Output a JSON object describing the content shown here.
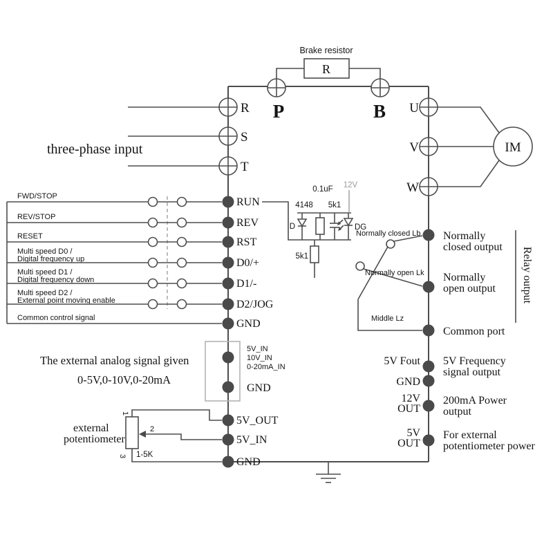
{
  "colors": {
    "wire": "#4d4d4d",
    "text": "#141414",
    "muted": "#9a9a9a"
  },
  "brake": {
    "caption": "Brake resistor",
    "resistor": "R"
  },
  "bus_terminals": {
    "p": "P",
    "b": "B"
  },
  "power_input": {
    "caption": "three-phase input",
    "r": "R",
    "s": "S",
    "t": "T"
  },
  "motor": {
    "label": "IM",
    "u": "U",
    "v": "V",
    "w": "W"
  },
  "control": {
    "rows": [
      {
        "label1": "FWD/STOP",
        "terminal": "RUN"
      },
      {
        "label1": "REV/STOP",
        "terminal": "REV"
      },
      {
        "label1": "RESET",
        "terminal": "RST"
      },
      {
        "label1": "Multi speed D0 /",
        "label2": " Digital frequency  up",
        "terminal": "D0/+"
      },
      {
        "label1": "Multi speed D1 /",
        "label2": " Digital frequency  down",
        "terminal": "D1/-"
      },
      {
        "label1": "Multi speed D2 /",
        "label2": "External point moving enable",
        "terminal": "D2/JOG"
      }
    ],
    "common_label": "Common control signal",
    "common_terminal": "GND"
  },
  "input_circuit": {
    "cap": "0.1uF",
    "supply": "12V",
    "diode": "4148",
    "resistor_top": "5k1",
    "diode_label": "D",
    "led_label": "DG",
    "resistor_bottom": "5k1"
  },
  "relay": {
    "nc_contact": "Normally closed Lb",
    "nc_line1": "Normally",
    "nc_line2": "closed  output",
    "no_contact": "Normally open Lk",
    "no_line1": "Normally",
    "no_line2": "open output",
    "middle": "Middle Lz",
    "common": "Common port",
    "group": "Relay output"
  },
  "analog_input": {
    "caption1": "The external analog signal given",
    "caption2": "0-5V,0-10V,0-20mA",
    "in_labels": [
      "5V_IN",
      "10V_IN",
      "0-20mA_IN"
    ],
    "gnd": "GND"
  },
  "potentiometer": {
    "caption1": "external",
    "caption2": "potentiometer",
    "pin1": "1",
    "pin2": "2",
    "pin3": "3",
    "value": "1-5K",
    "t_5v_out": "5V_OUT",
    "t_5v_in": "5V_IN",
    "t_gnd": "GND"
  },
  "outputs": {
    "fout": "5V Fout",
    "fout_line1": "5V Frequency",
    "fout_line2": "signal output",
    "gnd": "GND",
    "p12_1": "12V",
    "p12_2": "OUT",
    "p12_line1": "200mA Power",
    "p12_line2": "output",
    "p5_1": "5V",
    "p5_2": "OUT",
    "p5_line1": "For external",
    "p5_line2": "potentiometer power"
  }
}
